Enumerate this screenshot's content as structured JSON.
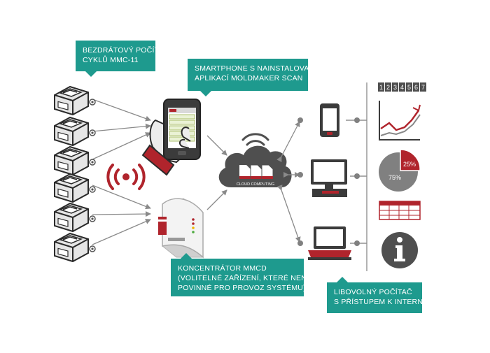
{
  "callouts": {
    "counter": {
      "line1": "BEZDRÁTOVÝ POČÍTAČ",
      "line2": "CYKLŮ MMC-11"
    },
    "phone": {
      "line1": "SMARTPHONE S NAINSTALOVANOU",
      "line2": "APLIKACÍ MOLDMAKER SCAN"
    },
    "concentrator": {
      "line1": "KONCENTRÁTOR MMCD",
      "line2": "(VOLITELNÉ ZAŘÍZENÍ, KTERÉ NENÍ",
      "line3": "POVINNÉ PRO PROVOZ SYSTÉMU)"
    },
    "pc": {
      "line1": "LIBOVOLNÝ POČÍTAČ",
      "line2": "S PŘÍSTUPEM K INTERNETU"
    }
  },
  "cloud": {
    "label": "CLOUD COMPUTING"
  },
  "number_strip": [
    "1",
    "2",
    "3",
    "4",
    "5",
    "6",
    "7"
  ],
  "pie": {
    "slice_label": "25%",
    "rest_label": "75%",
    "slice_fraction": 0.25
  },
  "colors": {
    "teal": "#1e9a8e",
    "red": "#b0242c",
    "gray": "#808080",
    "dark": "#3a3a3a"
  }
}
